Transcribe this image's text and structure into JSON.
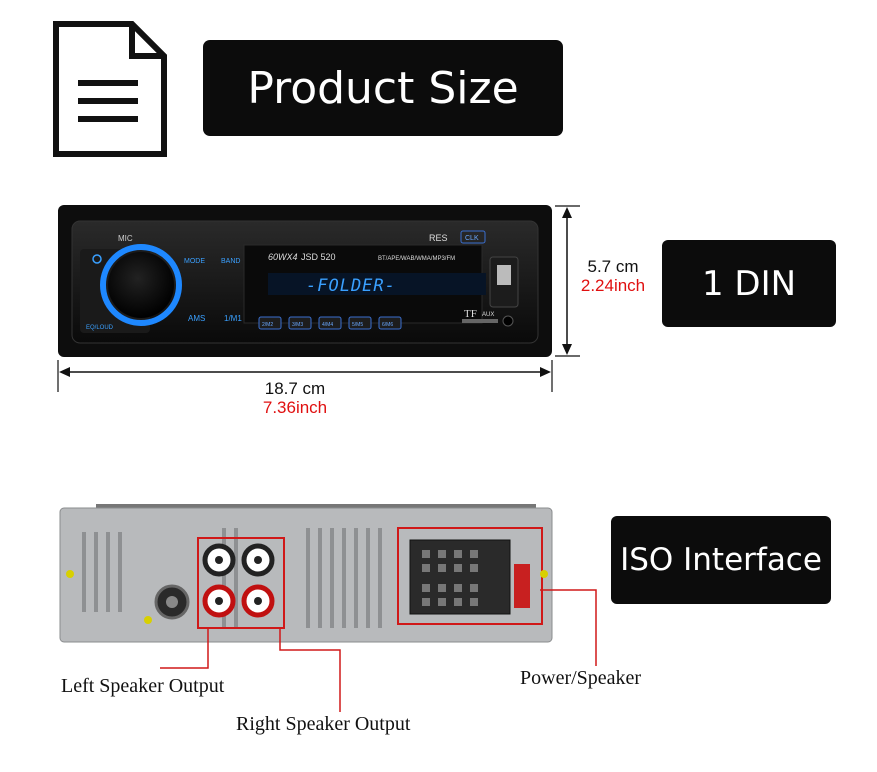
{
  "header": {
    "title": "Product Size",
    "icon": "document-icon"
  },
  "radio_front": {
    "mic": "MIC",
    "res": "RES",
    "clk": "CLK",
    "power_spec": "60WX4",
    "model": "JSD 520",
    "formats": "BT/APE/WAB/WMA/MP3/FM",
    "display_text": "-FOLDER-",
    "mode": "MODE",
    "band": "BAND",
    "ams": "AMS",
    "one_m1": "1/M1",
    "eq_loud": "EQ/LOUD",
    "tf": "TF",
    "aux": "AUX",
    "presets": [
      "1/M1",
      "2/M2",
      "3/M3",
      "4/M4",
      "5/M5",
      "6/M6"
    ]
  },
  "dimensions": {
    "height_cm": "5.7 cm",
    "height_inch": "2.24inch",
    "width_cm": "18.7 cm",
    "width_inch": "7.36inch"
  },
  "badges": {
    "din": "1 DIN",
    "iso": "ISO Interface"
  },
  "callouts": {
    "left_speaker": "Left Speaker Output",
    "right_speaker": "Right Speaker Output",
    "power_speaker": "Power/Speaker"
  },
  "colors": {
    "accent_red": "#e01010",
    "display_blue": "#3aa0ff",
    "badge_bg": "#0c0c0c"
  }
}
